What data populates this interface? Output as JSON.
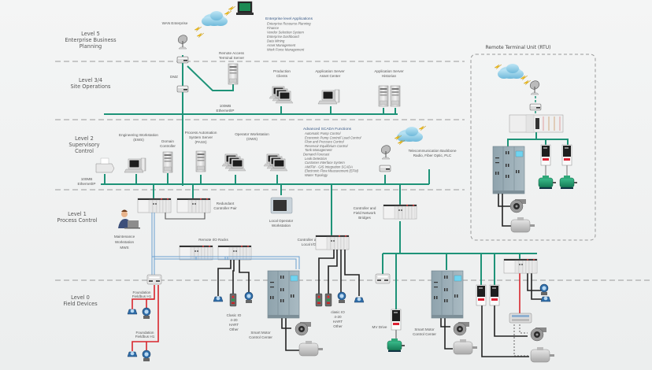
{
  "levels": [
    {
      "id": "level5",
      "title": "Level 5",
      "subtitle": "Enterprise Business",
      "subtitle2": "Planning"
    },
    {
      "id": "level34",
      "title": "Level 3/4",
      "subtitle": "Site Operations"
    },
    {
      "id": "level2",
      "title": "Level 2",
      "subtitle": "Supervisory",
      "subtitle2": "Control"
    },
    {
      "id": "level1",
      "title": "Level 1",
      "subtitle": "Process Control"
    },
    {
      "id": "level0",
      "title": "Level 0",
      "subtitle": "Field Devices"
    }
  ],
  "labels": {
    "wan": "WAN Enterprise",
    "dmz": "DMZ",
    "remote_access_1": "Remote Access",
    "remote_access_2": "Terminal Server",
    "production_clients_1": "Production",
    "production_clients_2": "Clients",
    "app_asset_1": "Application Server",
    "app_asset_2": "Asset Center",
    "app_hist_1": "Application Server",
    "app_hist_2": "Historian",
    "eth_top_1": "100MB",
    "eth_top_2": "Ethernet/IP",
    "eth_l2_1": "100MB",
    "eth_l2_2": "Ethernet/IP",
    "ews_1": "Engineering Workstation",
    "ews_2": "(EWS)",
    "domain_1": "Domain",
    "domain_2": "Controller",
    "pass_1": "Process Automation",
    "pass_2": "System Server",
    "pass_3": "(PASS)",
    "ows_1": "Operator Workstation",
    "ows_2": "(OWS)",
    "telecom_1": "Telecommunication Backbone",
    "telecom_2": "Radio, Fiber Optic, PLC",
    "redundant_1": "Redundant",
    "redundant_2": "Controller Pair",
    "local_ows_1": "Local Operator",
    "local_ows_2": "Workstation",
    "bridges_1": "Controller and",
    "bridges_2": "Field Network",
    "bridges_3": "Bridges",
    "mws_1": "Maintenance",
    "mws_2": "Workstation",
    "mws_3": "MWS",
    "remote_io": "Remote I/O Racks",
    "ctrl_local_1": "Controller and",
    "ctrl_local_2": "Local I/O",
    "ff1_1": "Foundation",
    "ff1_2": "Fieldbus H1",
    "ff2_1": "Foundation",
    "ff2_2": "Fieldbus H1",
    "classic1_1": "Clasic IO",
    "classic1_2": "4-20",
    "classic1_3": "HART",
    "classic1_4": "Other",
    "classic2_1": "clasic IO",
    "classic2_2": "4-20",
    "classic2_3": "HART",
    "classic2_4": "Other",
    "smcc1_1": "Smart Motor",
    "smcc1_2": "Control Center",
    "smcc2_1": "Smart Motor",
    "smcc2_2": "Control Center",
    "mv_drive": "MV Drive",
    "rtu_title": "Remote Terminal Unit (RTU)"
  },
  "enterprise_apps": {
    "heading": "Enterprise level Applications",
    "items": [
      "Enterprise Resource Planning",
      "Finance",
      "Vendor Selection System",
      "Enterprise Dashboard",
      "Data Mining",
      "Asset Management",
      "Work Force Management"
    ]
  },
  "scada_functions": {
    "heading": "Advanced SCADA Functions",
    "items": [
      "Automatic Pump Control",
      "Economic Pump Control/ Load Control",
      "Flow and Pressure Control",
      "Reservoir Equilibrium Control",
      "Tank Management",
      "Demand Forecast",
      "Leak Detection",
      "Customer Interface System",
      "AM/FM - GIS Integration SCADA",
      "Electronic Flow Measurement (EFM)",
      "Water Topology"
    ]
  },
  "colors": {
    "ethernet_bus": "#1e9378",
    "fieldbus_red": "#d8262d",
    "io_blue": "#6a9fcf",
    "wiring_black": "#222222",
    "heading_blue": "#3a5a86"
  }
}
